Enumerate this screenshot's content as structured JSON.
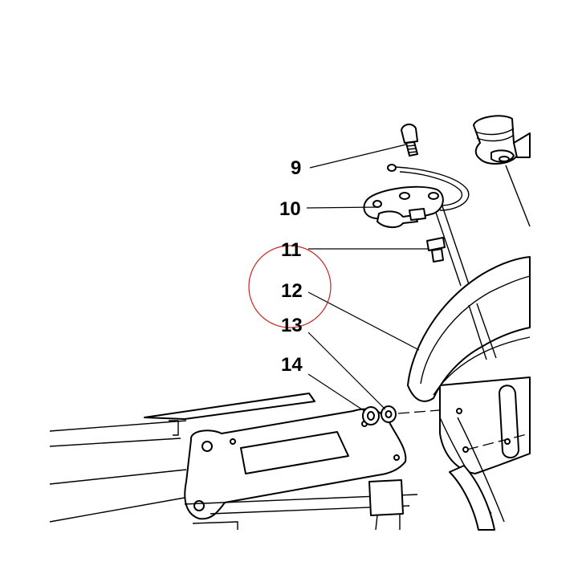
{
  "callouts": [
    {
      "id": "9",
      "label": "9"
    },
    {
      "id": "10",
      "label": "10"
    },
    {
      "id": "11",
      "label": "11"
    },
    {
      "id": "12",
      "label": "12"
    },
    {
      "id": "13",
      "label": "13"
    },
    {
      "id": "14",
      "label": "14"
    }
  ],
  "highlight": {
    "target": "12",
    "color": "#cc2222"
  },
  "colors": {
    "ink": "#000000",
    "paper": "#ffffff"
  }
}
